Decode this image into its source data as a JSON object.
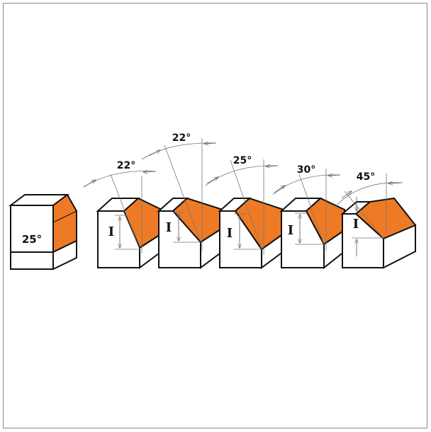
{
  "colors": {
    "accent": "#EE7A25",
    "line": "#111111",
    "frame": "#8A8A8A",
    "dim": "#777777",
    "background": "#FFFFFF"
  },
  "reference_block": {
    "angle_label": "25°"
  },
  "profiles": [
    {
      "angle_label": "22°",
      "height_label": "I"
    },
    {
      "angle_label": "22°",
      "height_label": "I"
    },
    {
      "angle_label": "25°",
      "height_label": "I"
    },
    {
      "angle_label": "30°",
      "height_label": "I"
    },
    {
      "angle_label": "45°",
      "height_label": "I"
    }
  ]
}
